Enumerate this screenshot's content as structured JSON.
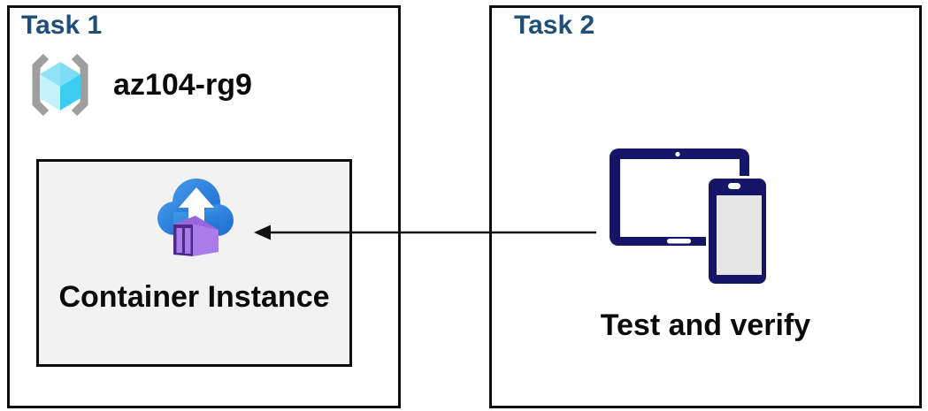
{
  "task1": {
    "title": "Task 1",
    "resource_group": {
      "icon": "resource-group-icon",
      "name": "az104-rg9"
    },
    "container_instance": {
      "icon": "container-instance-icon",
      "label": "Container Instance"
    }
  },
  "task2": {
    "title": "Task 2",
    "devices": {
      "icon": "devices-icon"
    },
    "label": "Test and verify"
  },
  "arrow": {
    "direction": "right-to-left",
    "from": "task2-devices",
    "to": "container-instance"
  },
  "colors": {
    "title_blue": "#1f4e79",
    "label_black": "#0a0a0a",
    "box_border": "#0d0d0d",
    "container_box_bg": "#f2f2f2",
    "device_navy": "#151668",
    "cloud_blue_light": "#4499e8",
    "cloud_blue_dark": "#1b6bd1",
    "container_purple_front": "#4e2b8a",
    "container_purple_door": "#a97cea",
    "container_purple_side": "#a97cea",
    "container_purple_top": "#9a66de",
    "cube_cyan_top": "#90e2f6",
    "cube_cyan_left": "#c2f2fc",
    "cube_cyan_right": "#3ccdf0",
    "bracket_gray": "#9e9e9e",
    "phone_screen_gray": "#e5e5e5"
  }
}
